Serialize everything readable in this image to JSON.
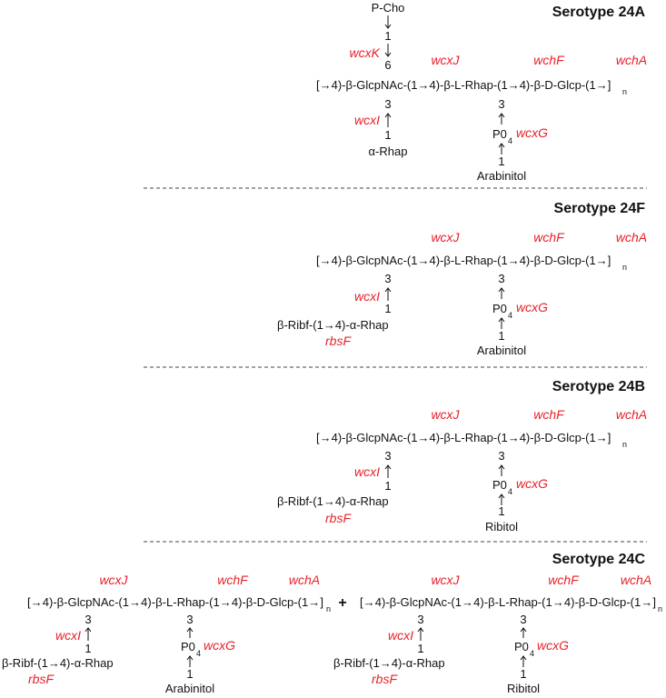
{
  "serotypes": {
    "s24a": {
      "title": "Serotype 24A",
      "backbone": "[→4)-β-GlcpNAc-(1→4)-β-L-Rhap-(1→4)-β-D-Glcp-(1→]",
      "n": "n",
      "top_sub": "P-Cho",
      "top_gene": "wcxK",
      "top_num1": "1",
      "top_num6": "6",
      "genes": [
        "wcxJ",
        "wchF",
        "wchA"
      ],
      "left_gene": "wcxI",
      "left_sub": "α-Rhap",
      "right_gene": "wcxG",
      "phos": "P0",
      "phos_sub": "4",
      "right_sub": "Arabinitol",
      "n3": "3",
      "n1": "1"
    },
    "s24f": {
      "title": "Serotype 24F",
      "backbone": "[→4)-β-GlcpNAc-(1→4)-β-L-Rhap-(1→4)-β-D-Glcp-(1→]",
      "n": "n",
      "genes": [
        "wcxJ",
        "wchF",
        "wchA"
      ],
      "left_gene": "wcxI",
      "left_sub": "β-Ribf-(1→4)-α-Rhap",
      "rbs_gene": "rbsF",
      "right_gene": "wcxG",
      "phos": "P0",
      "phos_sub": "4",
      "right_sub": "Arabinitol",
      "n3": "3",
      "n1": "1"
    },
    "s24b": {
      "title": "Serotype 24B",
      "backbone": "[→4)-β-GlcpNAc-(1→4)-β-L-Rhap-(1→4)-β-D-Glcp-(1→]",
      "n": "n",
      "genes": [
        "wcxJ",
        "wchF",
        "wchA"
      ],
      "left_gene": "wcxI",
      "left_sub": "β-Ribf-(1→4)-α-Rhap",
      "rbs_gene": "rbsF",
      "right_gene": "wcxG",
      "phos": "P0",
      "phos_sub": "4",
      "right_sub": "Ribitol",
      "n3": "3",
      "n1": "1"
    },
    "s24c": {
      "title": "Serotype 24C",
      "plus": "+",
      "a": {
        "backbone": "[→4)-β-GlcpNAc-(1→4)-β-L-Rhap-(1→4)-β-D-Glcp-(1→]",
        "n": "n",
        "genes": [
          "wcxJ",
          "wchF",
          "wchA"
        ],
        "left_gene": "wcxI",
        "left_sub": "β-Ribf-(1→4)-α-Rhap",
        "rbs_gene": "rbsF",
        "right_gene": "wcxG",
        "phos": "P0",
        "phos_sub": "4",
        "right_sub": "Arabinitol",
        "n3": "3",
        "n1": "1"
      },
      "b": {
        "backbone": "[→4)-β-GlcpNAc-(1→4)-β-L-Rhap-(1→4)-β-D-Glcp-(1→]",
        "n": "n",
        "genes": [
          "wcxJ",
          "wchF",
          "wchA"
        ],
        "left_gene": "wcxI",
        "left_sub": "β-Ribf-(1→4)-α-Rhap",
        "rbs_gene": "rbsF",
        "right_gene": "wcxG",
        "phos": "P0",
        "phos_sub": "4",
        "right_sub": "Ribitol",
        "n3": "3",
        "n1": "1"
      }
    }
  }
}
